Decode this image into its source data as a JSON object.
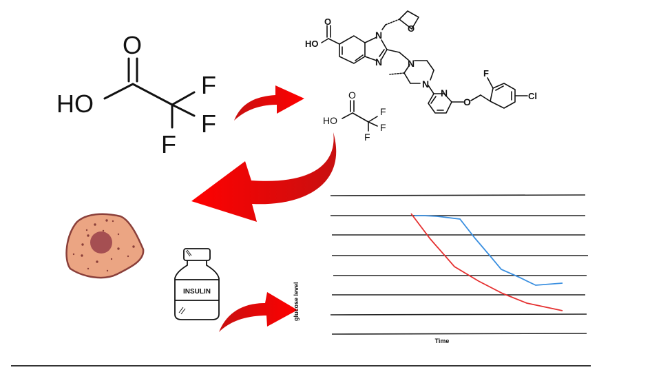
{
  "molecules": {
    "tfa_large": {
      "name": "trifluoroacetic acid",
      "labels": {
        "oxygen": "O",
        "hydroxyl": "HO",
        "f1": "F",
        "f2": "F",
        "f3": "F"
      }
    },
    "drug": {
      "labels": {
        "hydroxyl": "HO",
        "carbonyl_o": "O",
        "n1": "N",
        "n3": "N",
        "oxetane_o": "O",
        "pip_n1": "N",
        "pip_n4": "N",
        "pyridine_n": "N",
        "ether_o": "O",
        "fluoro": "F",
        "chloro": "Cl"
      }
    },
    "tfa_small": {
      "name": "trifluoroacetic acid counter-ion",
      "labels": {
        "oxygen": "O",
        "hydroxyl": "HO",
        "f1": "F",
        "f2": "F",
        "f3": "F"
      }
    }
  },
  "cell": {
    "name": "cell",
    "fill": "#eba583",
    "stroke": "#8a3f3a",
    "nucleus": "#a54f52"
  },
  "insulin_vial": {
    "label": "INSULIN"
  },
  "arrows": {
    "color": "#e80000"
  },
  "chart_data": {
    "type": "line",
    "title": "",
    "xlabel": "Time",
    "ylabel": "glucose level",
    "grid": true,
    "gridlines_count": 8,
    "series": [
      {
        "name": "blue",
        "color": "#3a8fe0",
        "x": [
          0,
          1,
          2,
          3,
          4
        ],
        "values": [
          6.0,
          5.85,
          4.0,
          3.4,
          3.0
        ]
      },
      {
        "name": "red",
        "color": "#e53030",
        "x": [
          0,
          1,
          2,
          3,
          4
        ],
        "values": [
          6.0,
          4.3,
          3.4,
          2.5,
          2.0
        ]
      }
    ],
    "ylim": [
      0,
      7
    ]
  }
}
